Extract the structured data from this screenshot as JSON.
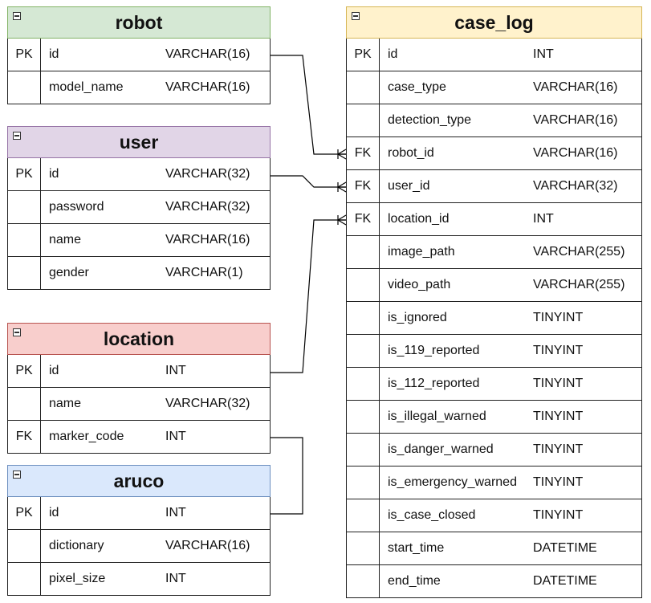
{
  "tables": [
    {
      "name": "robot",
      "header_color": "#d5e8d4",
      "header_border": "#82b366",
      "columns": [
        {
          "key": "PK",
          "name": "id",
          "type": "VARCHAR(16)"
        },
        {
          "key": "",
          "name": "model_name",
          "type": "VARCHAR(16)"
        }
      ]
    },
    {
      "name": "user",
      "header_color": "#e1d5e7",
      "header_border": "#9673a6",
      "columns": [
        {
          "key": "PK",
          "name": "id",
          "type": "VARCHAR(32)"
        },
        {
          "key": "",
          "name": "password",
          "type": "VARCHAR(32)"
        },
        {
          "key": "",
          "name": "name",
          "type": "VARCHAR(16)"
        },
        {
          "key": "",
          "name": "gender",
          "type": "VARCHAR(1)"
        }
      ]
    },
    {
      "name": "location",
      "header_color": "#f8cecc",
      "header_border": "#b85450",
      "columns": [
        {
          "key": "PK",
          "name": "id",
          "type": "INT"
        },
        {
          "key": "",
          "name": "name",
          "type": "VARCHAR(32)"
        },
        {
          "key": "FK",
          "name": "marker_code",
          "type": "INT"
        }
      ]
    },
    {
      "name": "aruco",
      "header_color": "#dae8fc",
      "header_border": "#6c8ebf",
      "columns": [
        {
          "key": "PK",
          "name": "id",
          "type": "INT"
        },
        {
          "key": "",
          "name": "dictionary",
          "type": "VARCHAR(16)"
        },
        {
          "key": "",
          "name": "pixel_size",
          "type": "INT"
        }
      ]
    },
    {
      "name": "case_log",
      "header_color": "#fff2cc",
      "header_border": "#d6b656",
      "columns": [
        {
          "key": "PK",
          "name": "id",
          "type": "INT"
        },
        {
          "key": "",
          "name": "case_type",
          "type": "VARCHAR(16)"
        },
        {
          "key": "",
          "name": "detection_type",
          "type": "VARCHAR(16)"
        },
        {
          "key": "FK",
          "name": "robot_id",
          "type": "VARCHAR(16)"
        },
        {
          "key": "FK",
          "name": "user_id",
          "type": "VARCHAR(32)"
        },
        {
          "key": "FK",
          "name": "location_id",
          "type": "INT"
        },
        {
          "key": "",
          "name": "image_path",
          "type": "VARCHAR(255)"
        },
        {
          "key": "",
          "name": "video_path",
          "type": "VARCHAR(255)"
        },
        {
          "key": "",
          "name": "is_ignored",
          "type": "TINYINT"
        },
        {
          "key": "",
          "name": "is_119_reported",
          "type": "TINYINT"
        },
        {
          "key": "",
          "name": "is_112_reported",
          "type": "TINYINT"
        },
        {
          "key": "",
          "name": "is_illegal_warned",
          "type": "TINYINT"
        },
        {
          "key": "",
          "name": "is_danger_warned",
          "type": "TINYINT"
        },
        {
          "key": "",
          "name": "is_emergency_warned",
          "type": "TINYINT"
        },
        {
          "key": "",
          "name": "is_case_closed",
          "type": "TINYINT"
        },
        {
          "key": "",
          "name": "start_time",
          "type": "DATETIME"
        },
        {
          "key": "",
          "name": "end_time",
          "type": "DATETIME"
        }
      ]
    }
  ],
  "relationships": [
    {
      "from": "robot.id",
      "to": "case_log.robot_id",
      "end": "one-or-many"
    },
    {
      "from": "user.id",
      "to": "case_log.user_id",
      "end": "one-or-many"
    },
    {
      "from": "location.id",
      "to": "case_log.location_id",
      "end": "one-or-many"
    },
    {
      "from": "location.marker_code",
      "to": "aruco.id",
      "end": "none"
    }
  ]
}
